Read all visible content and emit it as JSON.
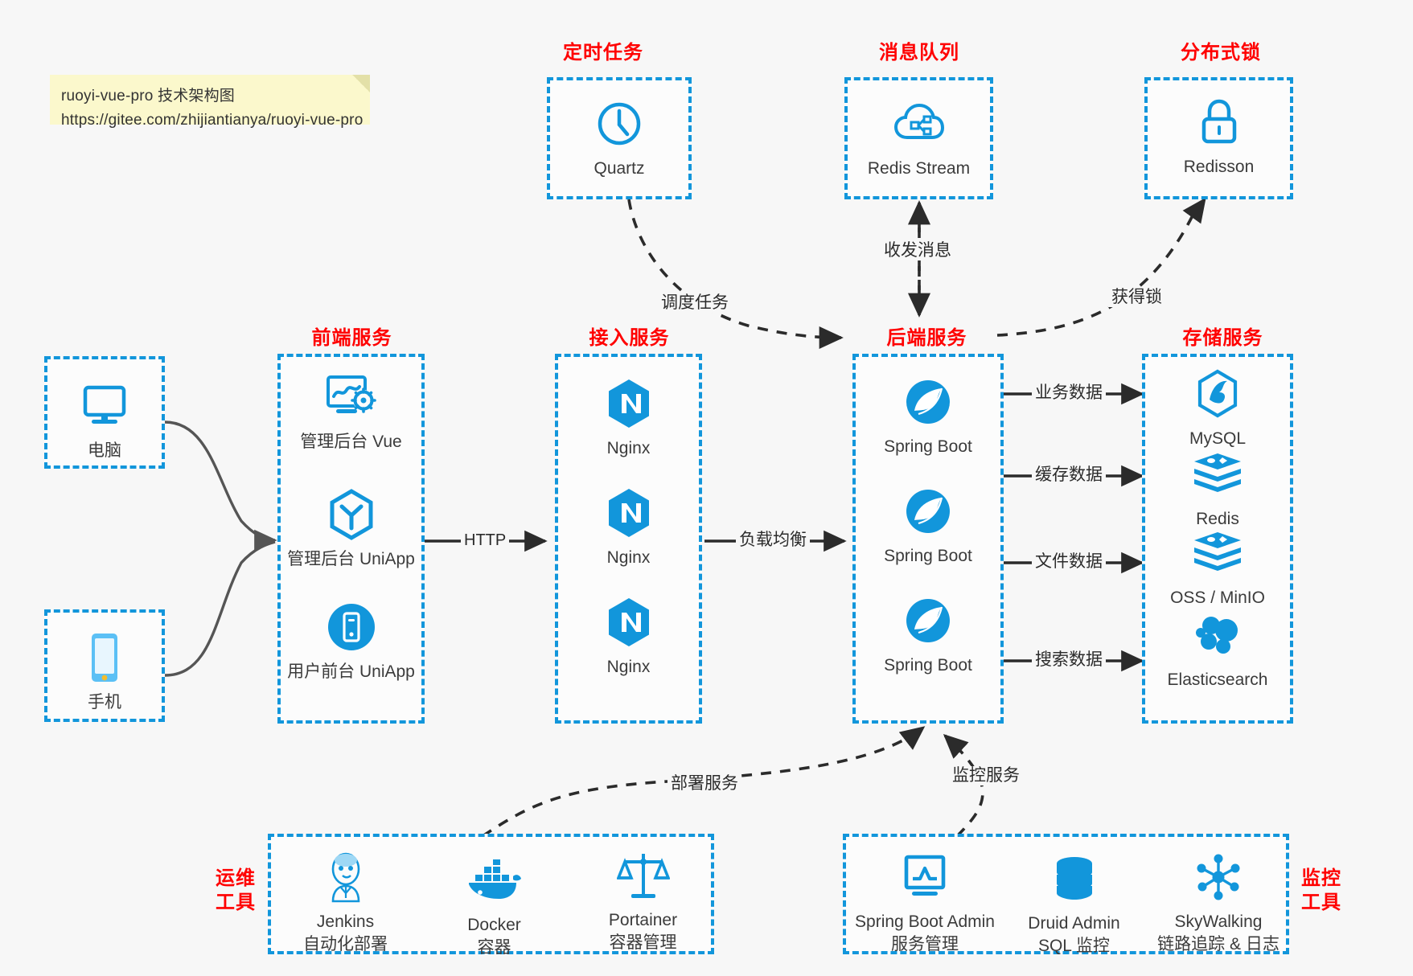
{
  "note": {
    "line1": "ruoyi-vue-pro 技术架构图",
    "line2": "https://gitee.com/zhijiantianya/ruoyi-vue-pro"
  },
  "colors": {
    "accent": "#1296db",
    "heading": "#ff0000",
    "arrow": "#2b2b2b",
    "background": "#f7f7f7",
    "note_background": "#fbf8cc"
  },
  "groups": {
    "scheduler": {
      "title": "定时任务"
    },
    "mq": {
      "title": "消息队列"
    },
    "lock": {
      "title": "分布式锁"
    },
    "frontend": {
      "title": "前端服务"
    },
    "gateway": {
      "title": "接入服务"
    },
    "backend": {
      "title": "后端服务"
    },
    "storage": {
      "title": "存储服务"
    },
    "devops": {
      "title": "运维\n工具",
      "title_line1": "运维",
      "title_line2": "工具"
    },
    "monitor": {
      "title": "监控\n工具",
      "title_line1": "监控",
      "title_line2": "工具"
    }
  },
  "clients": [
    {
      "label": "电脑",
      "icon": "desktop-icon"
    },
    {
      "label": "手机",
      "icon": "phone-icon"
    }
  ],
  "scheduler_nodes": [
    {
      "label": "Quartz",
      "icon": "clock-icon"
    }
  ],
  "mq_nodes": [
    {
      "label": "Redis Stream",
      "icon": "cloud-stream-icon"
    }
  ],
  "lock_nodes": [
    {
      "label": "Redisson",
      "icon": "lock-icon"
    }
  ],
  "frontend_nodes": [
    {
      "label": "管理后台 Vue",
      "icon": "dashboard-icon"
    },
    {
      "label": "管理后台 UniApp",
      "icon": "cube-icon"
    },
    {
      "label": "用户前台 UniApp",
      "icon": "mobile-app-icon"
    }
  ],
  "gateway_nodes": [
    {
      "label": "Nginx",
      "icon": "nginx-icon"
    },
    {
      "label": "Nginx",
      "icon": "nginx-icon"
    },
    {
      "label": "Nginx",
      "icon": "nginx-icon"
    }
  ],
  "backend_nodes": [
    {
      "label": "Spring Boot",
      "icon": "spring-icon"
    },
    {
      "label": "Spring Boot",
      "icon": "spring-icon"
    },
    {
      "label": "Spring Boot",
      "icon": "spring-icon"
    }
  ],
  "storage_nodes": [
    {
      "label": "MySQL",
      "icon": "mysql-icon"
    },
    {
      "label": "Redis",
      "icon": "redis-icon"
    },
    {
      "label": "OSS / MinIO",
      "icon": "oss-icon"
    },
    {
      "label": "Elasticsearch",
      "icon": "elasticsearch-icon"
    }
  ],
  "devops_nodes": [
    {
      "label": "Jenkins",
      "sub": "自动化部署",
      "icon": "jenkins-icon"
    },
    {
      "label": "Docker",
      "sub": "容器",
      "icon": "docker-icon"
    },
    {
      "label": "Portainer",
      "sub": "容器管理",
      "icon": "scales-icon"
    }
  ],
  "monitor_nodes": [
    {
      "label": "Spring Boot Admin",
      "sub": "服务管理",
      "icon": "monitor-chart-icon"
    },
    {
      "label": "Druid Admin",
      "sub": "SQL 监控",
      "icon": "database-icon"
    },
    {
      "label": "SkyWalking",
      "sub": "链路追踪 & 日志",
      "icon": "skywalking-icon"
    }
  ],
  "edges": [
    {
      "name": "http",
      "label": "HTTP"
    },
    {
      "name": "load-balance",
      "label": "负载均衡"
    },
    {
      "name": "business-data",
      "label": "业务数据"
    },
    {
      "name": "cache-data",
      "label": "缓存数据"
    },
    {
      "name": "file-data",
      "label": "文件数据"
    },
    {
      "name": "search-data",
      "label": "搜索数据"
    },
    {
      "name": "schedule-task",
      "label": "调度任务"
    },
    {
      "name": "send-receive-message",
      "label": "收发消息"
    },
    {
      "name": "acquire-lock",
      "label": "获得锁"
    },
    {
      "name": "deploy-service",
      "label": "部署服务"
    },
    {
      "name": "monitor-service",
      "label": "监控服务"
    }
  ]
}
